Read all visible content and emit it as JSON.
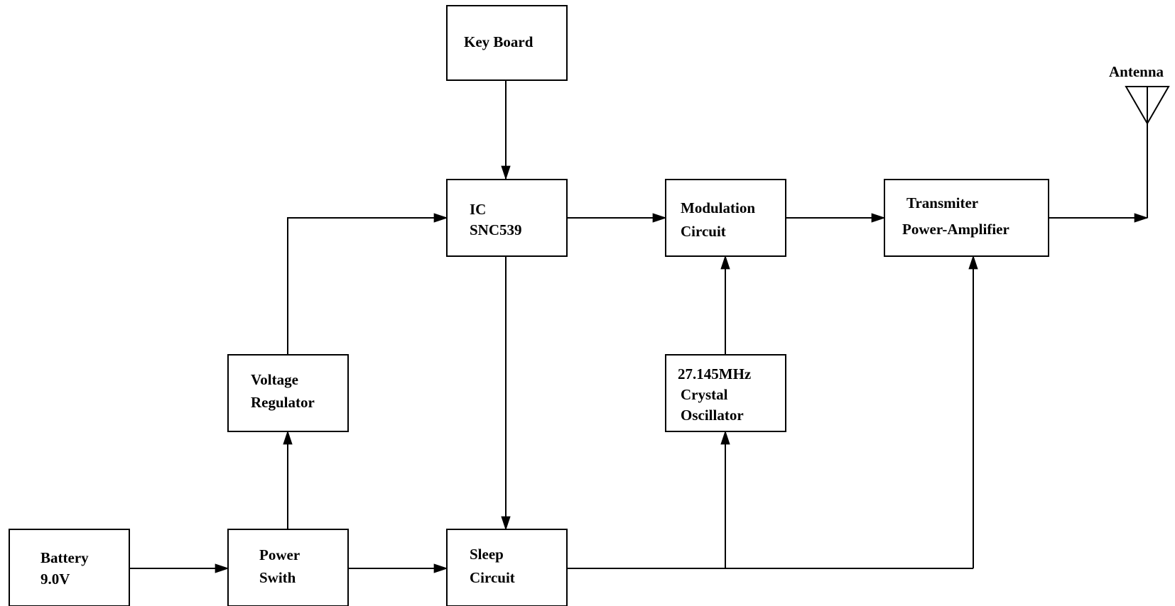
{
  "blocks": {
    "keyboard": {
      "lines": [
        "Key Board"
      ]
    },
    "ic": {
      "lines": [
        "IC",
        "SNC539"
      ]
    },
    "modulation": {
      "lines": [
        "Modulation",
        "Circuit"
      ]
    },
    "transmitter": {
      "lines": [
        "Transmiter",
        "Power-Amplifier"
      ]
    },
    "voltage_regulator": {
      "lines": [
        "Voltage",
        "Regulator"
      ]
    },
    "crystal": {
      "lines": [
        "27.145MHz",
        "Crystal",
        "Oscillator"
      ]
    },
    "battery": {
      "lines": [
        "Battery",
        "9.0V"
      ]
    },
    "power_switch": {
      "lines": [
        "Power",
        "Swith"
      ]
    },
    "sleep": {
      "lines": [
        "Sleep",
        "Circuit"
      ]
    }
  },
  "antenna": {
    "label": "Antenna"
  },
  "colors": {
    "stroke": "#000000",
    "background": "#ffffff"
  }
}
